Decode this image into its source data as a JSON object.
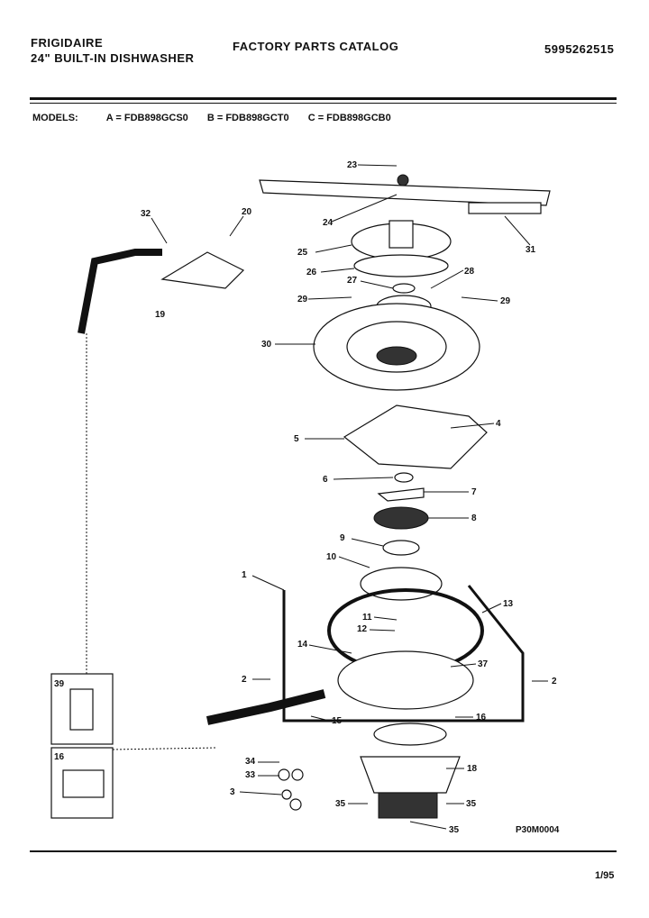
{
  "header": {
    "brand": "FRIGIDAIRE",
    "product": "24\" BUILT-IN DISHWASHER",
    "catalog_title": "FACTORY PARTS CATALOG",
    "part_number": "5995262515"
  },
  "models": {
    "label": "MODELS:",
    "entries": [
      "A = FDB898GCS0",
      "B = FDB898GCT0",
      "C = FDB898GCB0"
    ]
  },
  "callouts": {
    "c23": "23",
    "c24": "24",
    "c31": "31",
    "c32": "32",
    "c20": "20",
    "c19": "19",
    "c25": "25",
    "c26": "26",
    "c28": "28",
    "c27": "27",
    "c29a": "29",
    "c29b": "29",
    "c30": "30",
    "c4": "4",
    "c5": "5",
    "c6": "6",
    "c7": "7",
    "c8": "8",
    "c9": "9",
    "c10": "10",
    "c1": "1",
    "c13": "13",
    "c11": "11",
    "c12": "12",
    "c14": "14",
    "c37": "37",
    "c2a": "2",
    "c2b": "2",
    "c39": "39",
    "c16a": "16",
    "c15": "15",
    "c16b": "16",
    "c34": "34",
    "c33": "33",
    "c3": "3",
    "c18": "18",
    "c35a": "35",
    "c35b": "35",
    "c35c": "35"
  },
  "drawing_code": "P30M0004",
  "footer": {
    "date": "1/95"
  }
}
